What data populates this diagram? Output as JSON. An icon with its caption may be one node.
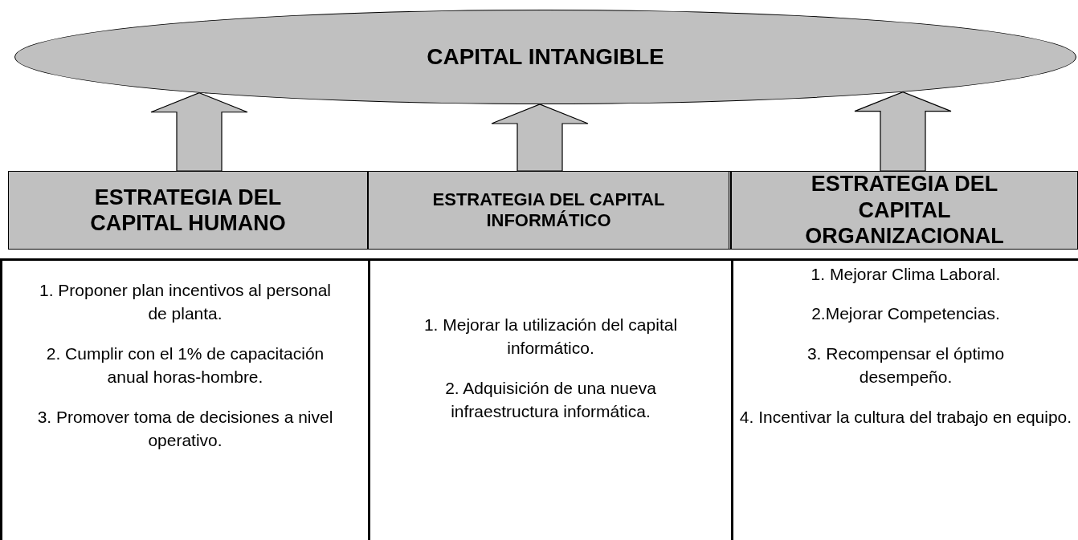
{
  "diagram": {
    "nodes": [
      {
        "text": [
          "CAPITAL INTANGIBLE"
        ]
      },
      {
        "text": [
          "ESTRATEGIA DEL CAPITAL HUMANO"
        ]
      },
      {
        "text": [
          "ESTRATEGIA DEL CAPITAL INFORMÁTICO"
        ]
      },
      {
        "text": [
          "ESTRATEGIA DEL CAPITAL ORGANIZACIONAL"
        ]
      },
      {
        "text": [
          "1. Proponer plan incentivos al personal de planta.",
          "2. Cumplir con el 1% de capacitación anual horas-hombre.",
          "3. Promover toma de decisiones a nivel operativo."
        ]
      },
      {
        "text": [
          "1. Mejorar la utilización del capital informático.",
          "2. Adquisición de una nueva infraestructura informática."
        ]
      },
      {
        "text": [
          "1. Mejorar Clima Laboral.",
          "2.Mejorar Competencias.",
          "3. Recompensar el óptimo desempeño.",
          "4. Incentivar la cultura del trabajo en equipo."
        ]
      }
    ],
    "edges": [
      {
        "from": 1,
        "to": 0,
        "arrow": "to"
      },
      {
        "from": 2,
        "to": 0,
        "arrow": "to"
      },
      {
        "from": 3,
        "to": 0,
        "arrow": "to"
      }
    ]
  }
}
